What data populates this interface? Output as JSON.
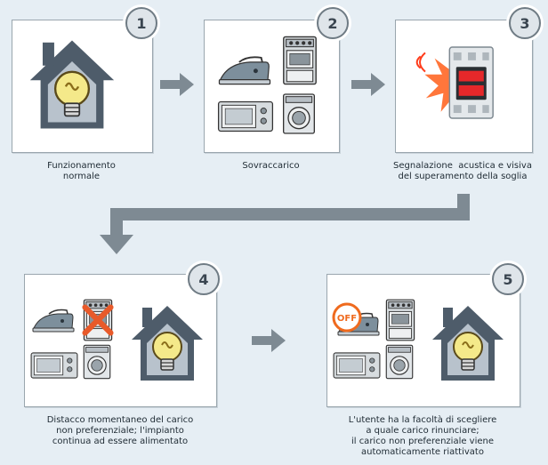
{
  "steps": [
    {
      "number": "1",
      "caption_lines": [
        "Funzionamento",
        "normale"
      ]
    },
    {
      "number": "2",
      "caption_lines": [
        "Sovraccarico"
      ]
    },
    {
      "number": "3",
      "caption_lines": [
        "Segnalazione  acustica e visiva",
        "del superamento della soglia"
      ]
    },
    {
      "number": "4",
      "caption_lines": [
        "Distacco momentaneo del carico",
        "non preferenziale; l'impianto",
        "continua ad essere alimentato"
      ]
    },
    {
      "number": "5",
      "caption_lines": [
        "L'utente ha la facoltà di scegliere",
        "a quale carico rinunciare;",
        "il carico non preferenziale viene",
        "automaticamente riattivato"
      ]
    }
  ],
  "off_label": "OFF",
  "colors": {
    "background": "#e6eef4",
    "arrow": "#7e8a93",
    "house": "#4e5c6a",
    "bulb": "#f4e98a",
    "alarm": "#ff5a1f"
  },
  "icons": [
    "house-bulb-icon",
    "iron-icon",
    "stove-icon",
    "microwave-icon",
    "washing-machine-icon",
    "meter-relay-icon",
    "cross-icon",
    "off-badge-icon"
  ]
}
